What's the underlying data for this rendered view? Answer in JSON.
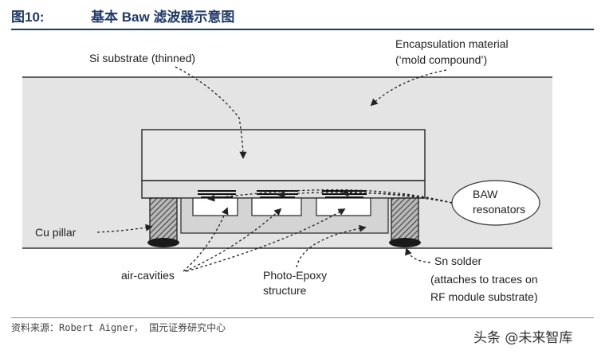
{
  "figure": {
    "number": "图10:",
    "title": "基本 Baw 滤波器示意图"
  },
  "labels": {
    "encapsulation_line1": "Encapsulation material",
    "encapsulation_line2": "(‘mold compound’)",
    "si_substrate": "Si substrate (thinned)",
    "baw_line1": "BAW",
    "baw_line2": "resonators",
    "cu_pillar": "Cu pillar",
    "air_cavities": "air-cavities",
    "photo_epoxy_line1": "Photo-Epoxy",
    "photo_epoxy_line2": "structure",
    "sn_line1": "Sn solder",
    "sn_line2": "(attaches to traces on",
    "sn_line3": "RF module substrate)"
  },
  "footer": {
    "source": "资料来源：Robert Aigner， 国元证券研究中心",
    "watermark": "头条 @未来智库"
  },
  "colors": {
    "title": "#1f3a6d",
    "mold": "#e4e4e4",
    "substrate": "#e8e8e8",
    "epoxy": "#d4d4d4"
  }
}
